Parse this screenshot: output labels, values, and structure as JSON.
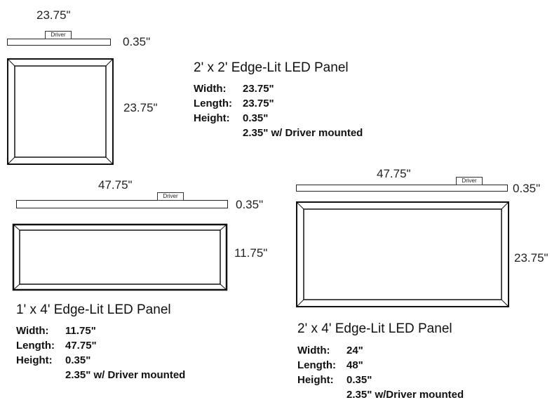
{
  "panels": [
    {
      "width_dim": "23.75\"",
      "driver_label": "Driver",
      "height_dim": "0.35\"",
      "length_dim": "23.75\"",
      "title": "2' x 2' Edge-Lit LED Panel",
      "specs": [
        {
          "key": "Width:",
          "value": "23.75\""
        },
        {
          "key": "Length:",
          "value": "23.75\""
        },
        {
          "key": "Height:",
          "value": "0.35\""
        },
        {
          "key": "",
          "value": "2.35\" w/ Driver mounted"
        }
      ]
    },
    {
      "width_dim": "47.75\"",
      "driver_label": "Driver",
      "height_dim": "0.35\"",
      "length_dim": "11.75\"",
      "title": "1' x 4' Edge-Lit LED Panel",
      "specs": [
        {
          "key": "Width:",
          "value": "11.75\""
        },
        {
          "key": "Length:",
          "value": "47.75\""
        },
        {
          "key": "Height:",
          "value": "0.35\""
        },
        {
          "key": "",
          "value": "2.35\" w/ Driver mounted"
        }
      ]
    },
    {
      "width_dim": "47.75\"",
      "driver_label": "Driver",
      "height_dim": "0.35\"",
      "length_dim": "23.75\"",
      "title": "2' x 4' Edge-Lit LED Panel",
      "specs": [
        {
          "key": "Width:",
          "value": "24\""
        },
        {
          "key": "Length:",
          "value": "48\""
        },
        {
          "key": "Height:",
          "value": "0.35\""
        },
        {
          "key": "",
          "value": "2.35\" w/Driver mounted"
        }
      ]
    }
  ]
}
